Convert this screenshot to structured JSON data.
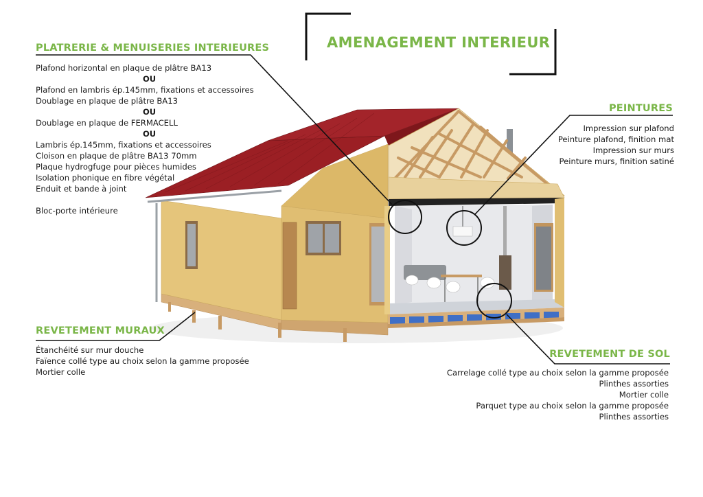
{
  "title": "AMENAGEMENT INTERIEUR",
  "sections": {
    "platrerie": {
      "heading": "PLATRERIE & MENUISERIES INTERIEURES",
      "lines": [
        {
          "text": "Plafond horizontal en plaque de plâtre BA13",
          "or": false
        },
        {
          "text": "OU",
          "or": true
        },
        {
          "text": "Plafond en lambris ép.145mm, fixations et accessoires",
          "or": false
        },
        {
          "text": "Doublage en plaque de plâtre BA13",
          "or": false
        },
        {
          "text": "OU",
          "or": true
        },
        {
          "text": "Doublage en plaque de FERMACELL",
          "or": false
        },
        {
          "text": "OU",
          "or": true
        },
        {
          "text": "Lambris ép.145mm, fixations et accessoires",
          "or": false
        },
        {
          "text": "Cloison en plaque de plâtre BA13 70mm",
          "or": false
        },
        {
          "text": "Plaque hydrogfuge pour pièces humides",
          "or": false
        },
        {
          "text": "Isolation phonique en fibre végétal",
          "or": false
        },
        {
          "text": "Enduit et bande à joint",
          "or": false
        },
        {
          "text": "",
          "or": false
        },
        {
          "text": "Bloc-porte intérieure",
          "or": false
        }
      ]
    },
    "peintures": {
      "heading": "PEINTURES",
      "lines": [
        "Impression sur plafond",
        "Peinture plafond, finition mat",
        "Impression sur murs",
        "Peinture murs, finition satiné"
      ]
    },
    "muraux": {
      "heading": "REVETEMENT MURAUX",
      "lines": [
        "Étanchéité sur mur douche",
        "Faïence collé type au choix selon la gamme proposée",
        "Mortier colle"
      ]
    },
    "sol": {
      "heading": "REVETEMENT DE SOL",
      "lines": [
        "Carrelage collé type au choix selon la gamme proposée",
        "Plinthes assorties",
        "Mortier colle",
        "Parquet type au choix selon la gamme proposée",
        "Plinthes assorties"
      ]
    }
  },
  "colors": {
    "accent": "#7ab648",
    "roof": "#9b1f24",
    "wall": "#e3c47a",
    "wood": "#d8b07c",
    "floor_insulation": "#3f6fc6"
  }
}
